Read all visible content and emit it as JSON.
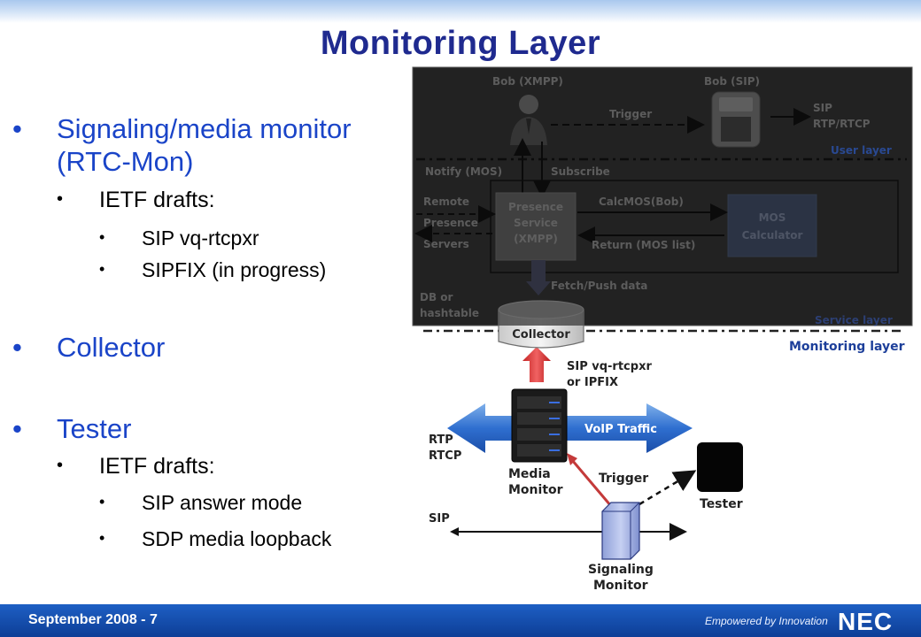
{
  "slide": {
    "title": "Monitoring Layer",
    "footer": "September 2008 - 7",
    "tagline": "Empowered by Innovation",
    "brand": "NEC"
  },
  "bullets": [
    {
      "level": 1,
      "text": "Signaling/media monitor",
      "text2": "(RTC-Mon)"
    },
    {
      "level": 2,
      "text": "IETF drafts:"
    },
    {
      "level": 3,
      "text": "SIP vq-rtcpxr"
    },
    {
      "level": 3,
      "text": "SIPFIX (in progress)"
    },
    {
      "level": 1,
      "text": "Collector"
    },
    {
      "level": 1,
      "text": "Tester"
    },
    {
      "level": 2,
      "text": "IETF drafts:"
    },
    {
      "level": 3,
      "text": "SIP answer mode"
    },
    {
      "level": 3,
      "text": "SDP media loopback"
    }
  ],
  "diagram": {
    "bob_xmpp": "Bob (XMPP)",
    "bob_sip": "Bob (SIP)",
    "trigger_top": "Trigger",
    "sip_top": "SIP",
    "rtp_rtcp_top": "RTP/RTCP",
    "user_layer": "User layer",
    "notify": "Notify (MOS)",
    "subscribe": "Subscribe",
    "remote": "Remote",
    "presence": "Presence",
    "servers": "Servers",
    "presence_service_1": "Presence",
    "presence_service_2": "Service",
    "presence_service_3": "(XMPP)",
    "calcmos": "CalcMOS(Bob)",
    "return_mos": "Return (MOS list)",
    "mos_1": "MOS",
    "mos_2": "Calculator",
    "fetch_push": "Fetch/Push data",
    "db_1": "DB or",
    "db_2": "hashtable",
    "collector": "Collector",
    "service_layer": "Service layer",
    "monitoring_layer": "Monitoring layer",
    "sip_vq": "SIP vq-rtcpxr",
    "or_ipfix": "or IPFIX",
    "voip_traffic": "VoIP Traffic",
    "rtp": "RTP",
    "rtcp": "RTCP",
    "media_1": "Media",
    "media_2": "Monitor",
    "trigger_bottom": "Trigger",
    "tester": "Tester",
    "sip_bottom": "SIP",
    "signaling_1": "Signaling",
    "signaling_2": "Monitor"
  },
  "colors": {
    "title": "#1f2a8f",
    "bullet_level1": "#1a44c8",
    "bottom_bar": "#1553b5",
    "overlay": "#222222",
    "user_layer": "#2c56b8",
    "monitoring_layer": "#1d3f9a"
  }
}
